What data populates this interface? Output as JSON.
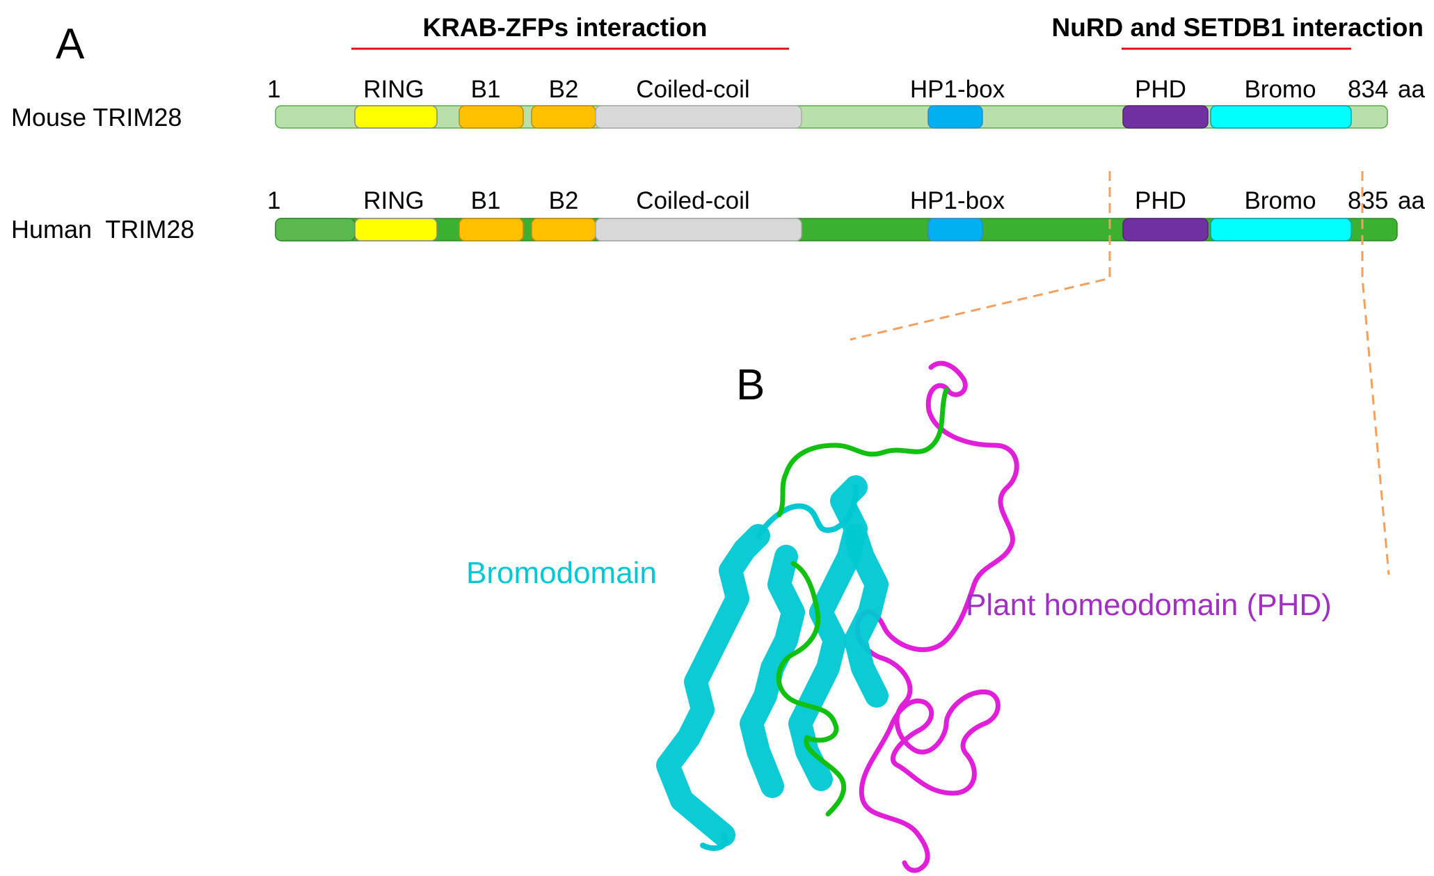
{
  "panelA": {
    "letter": "A",
    "krab_header": "KRAB-ZFPs interaction",
    "nurd_header": "NuRD and SETDB1 interaction",
    "tracks": [
      {
        "name": "Mouse TRIM28",
        "start_label": "1",
        "end_label": "834",
        "unit": "aa",
        "bar_color": "#b9e0aa",
        "domains": [
          {
            "label": "RING",
            "color": "#ffff00"
          },
          {
            "label": "B1",
            "color": "#ffc000"
          },
          {
            "label": "B2",
            "color": "#ffc000"
          },
          {
            "label": "Coiled-coil",
            "color": "#d9d9d9"
          },
          {
            "label": "HP1-box",
            "color": "#00b0f0"
          },
          {
            "label": "PHD",
            "color": "#7030a0"
          },
          {
            "label": "Bromo",
            "color": "#00ffff"
          }
        ]
      },
      {
        "name": "Human  TRIM28",
        "start_label": "1",
        "end_label": "835",
        "unit": "aa",
        "bar_color": "#3cb031",
        "domains": [
          {
            "label": "RING",
            "color": "#ffff00"
          },
          {
            "label": "B1",
            "color": "#ffc000"
          },
          {
            "label": "B2",
            "color": "#ffc000"
          },
          {
            "label": "Coiled-coil",
            "color": "#d9d9d9"
          },
          {
            "label": "HP1-box",
            "color": "#00b0f0"
          },
          {
            "label": "PHD",
            "color": "#7030a0"
          },
          {
            "label": "Bromo",
            "color": "#00ffff"
          }
        ]
      }
    ]
  },
  "panelB": {
    "letter": "B",
    "bromodomain_label": "Bromodomain",
    "phd_label": "Plant homeodomain (PHD)",
    "bromodomain_color": "#00c8d2",
    "phd_color": "#e020d8",
    "linker_color": "#12c012"
  },
  "colors": {
    "interaction_line": "#e01010",
    "zoom_line": "#f0a060"
  }
}
